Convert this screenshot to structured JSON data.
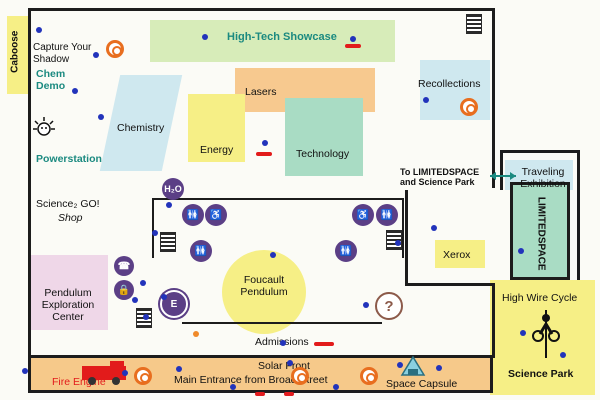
{
  "labels": {
    "caboose": "Caboose",
    "capture_shadow": "Capture Your Shadow",
    "chem_demo_1": "Chem",
    "chem_demo_2": "Demo",
    "high_tech": "High-Tech Showcase",
    "recollections": "Recollections",
    "lasers": "Lasers",
    "chemistry": "Chemistry",
    "energy": "Energy",
    "technology": "Technology",
    "powerstation": "Powerstation",
    "science2go_1": "Science₂ GO!",
    "science2go_2": "Shop",
    "to_limitedspace_1": "To LIMITEDSPACE",
    "to_limitedspace_2": "and Science Park",
    "traveling_1": "Traveling",
    "traveling_2": "Exhibition",
    "limitedspace": "LIMITEDSPACE",
    "xerox": "Xerox",
    "foucault_1": "Foucault",
    "foucault_2": "Pendulum",
    "pendulum_center_1": "Pendulum",
    "pendulum_center_2": "Exploration",
    "pendulum_center_3": "Center",
    "high_wire": "High Wire Cycle",
    "science_park": "Science Park",
    "admissions": "Admissions",
    "solar_front": "Solar Front",
    "main_entrance": "Main Entrance from Broad Street",
    "fire_engine": "Fire Engine",
    "space_capsule": "Space Capsule",
    "h2o": "H₂O",
    "elevator": "E",
    "info": "?"
  },
  "colors": {
    "teal_label": "#1b8a80",
    "yellow_zone": "#f6ef86",
    "green_zone": "#d7ecb9",
    "light_blue_zone": "#cfe8ef",
    "orange_zone": "#f7c98f",
    "mint_zone": "#a9dcc4",
    "pink_zone": "#efd7e8",
    "purple_icon": "#5b3f86",
    "blue_marker": "#2233bb",
    "red_marker": "#e21b1b",
    "orange_marker": "#f08a2a"
  },
  "icons": [
    "spiral-logo-icon",
    "h2o-icon",
    "restroom-icon",
    "accessible-icon",
    "stairs-icon",
    "phone-icon",
    "locker-icon",
    "elevator-icon",
    "info-icon",
    "sun-face-icon",
    "fire-engine-icon",
    "space-capsule-icon",
    "cyclist-icon"
  ]
}
